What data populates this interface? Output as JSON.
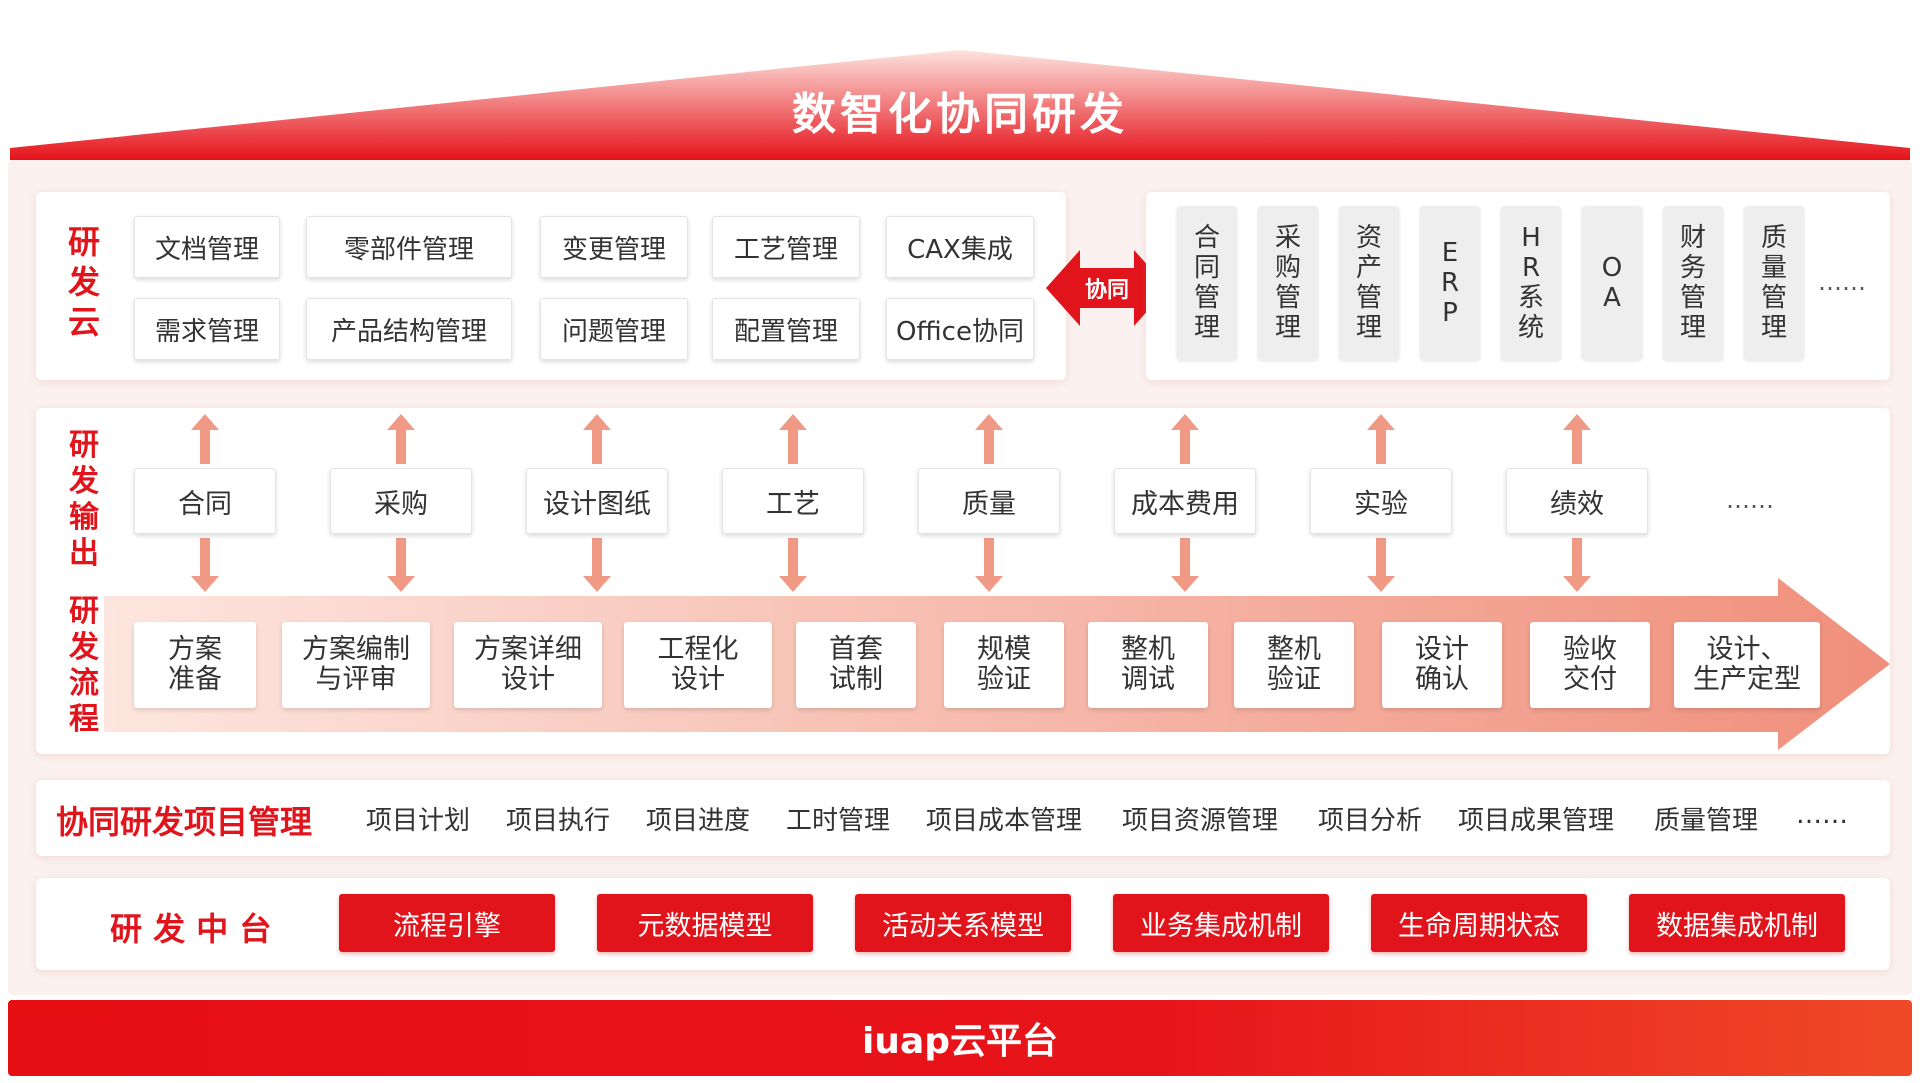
{
  "title": "数智化协同研发",
  "rd_cloud": {
    "label": "研发云",
    "modules": [
      [
        "文档管理",
        "零部件管理",
        "变更管理",
        "工艺管理",
        "CAX集成"
      ],
      [
        "需求管理",
        "产品结构管理",
        "问题管理",
        "配置管理",
        "Office协同"
      ]
    ],
    "collab_label": "协同",
    "systems": [
      "合同管理",
      "采购管理",
      "资产管理",
      "ERP",
      "HR系统",
      "OA",
      "财务管理",
      "质量管理"
    ],
    "systems_more": "……"
  },
  "rd_output": {
    "label": "研发输出",
    "items": [
      "合同",
      "采购",
      "设计图纸",
      "工艺",
      "质量",
      "成本费用",
      "实验",
      "绩效"
    ],
    "more": "……"
  },
  "rd_process": {
    "label": "研发流程",
    "steps": [
      "方案\n准备",
      "方案编制\n与评审",
      "方案详细\n设计",
      "工程化\n设计",
      "首套\n试制",
      "规模\n验证",
      "整机\n调试",
      "整机\n验证",
      "设计\n确认",
      "验收\n交付",
      "设计、\n生产定型"
    ]
  },
  "project_mgmt": {
    "label": "协同研发项目管理",
    "items": [
      "项目计划",
      "项目执行",
      "项目进度",
      "工时管理",
      "项目成本管理",
      "项目资源管理",
      "项目分析",
      "项目成果管理",
      "质量管理"
    ],
    "more": "……"
  },
  "middle_platform": {
    "label": "研 发 中 台",
    "items": [
      "流程引擎",
      "元数据模型",
      "活动关系模型",
      "业务集成机制",
      "生命周期状态",
      "数据集成机制"
    ]
  },
  "footer": "iuap云平台",
  "colors": {
    "accent": "#e1141c",
    "flow_arrow": "#f39a8a",
    "panel_bg": "#fbf1ee"
  }
}
